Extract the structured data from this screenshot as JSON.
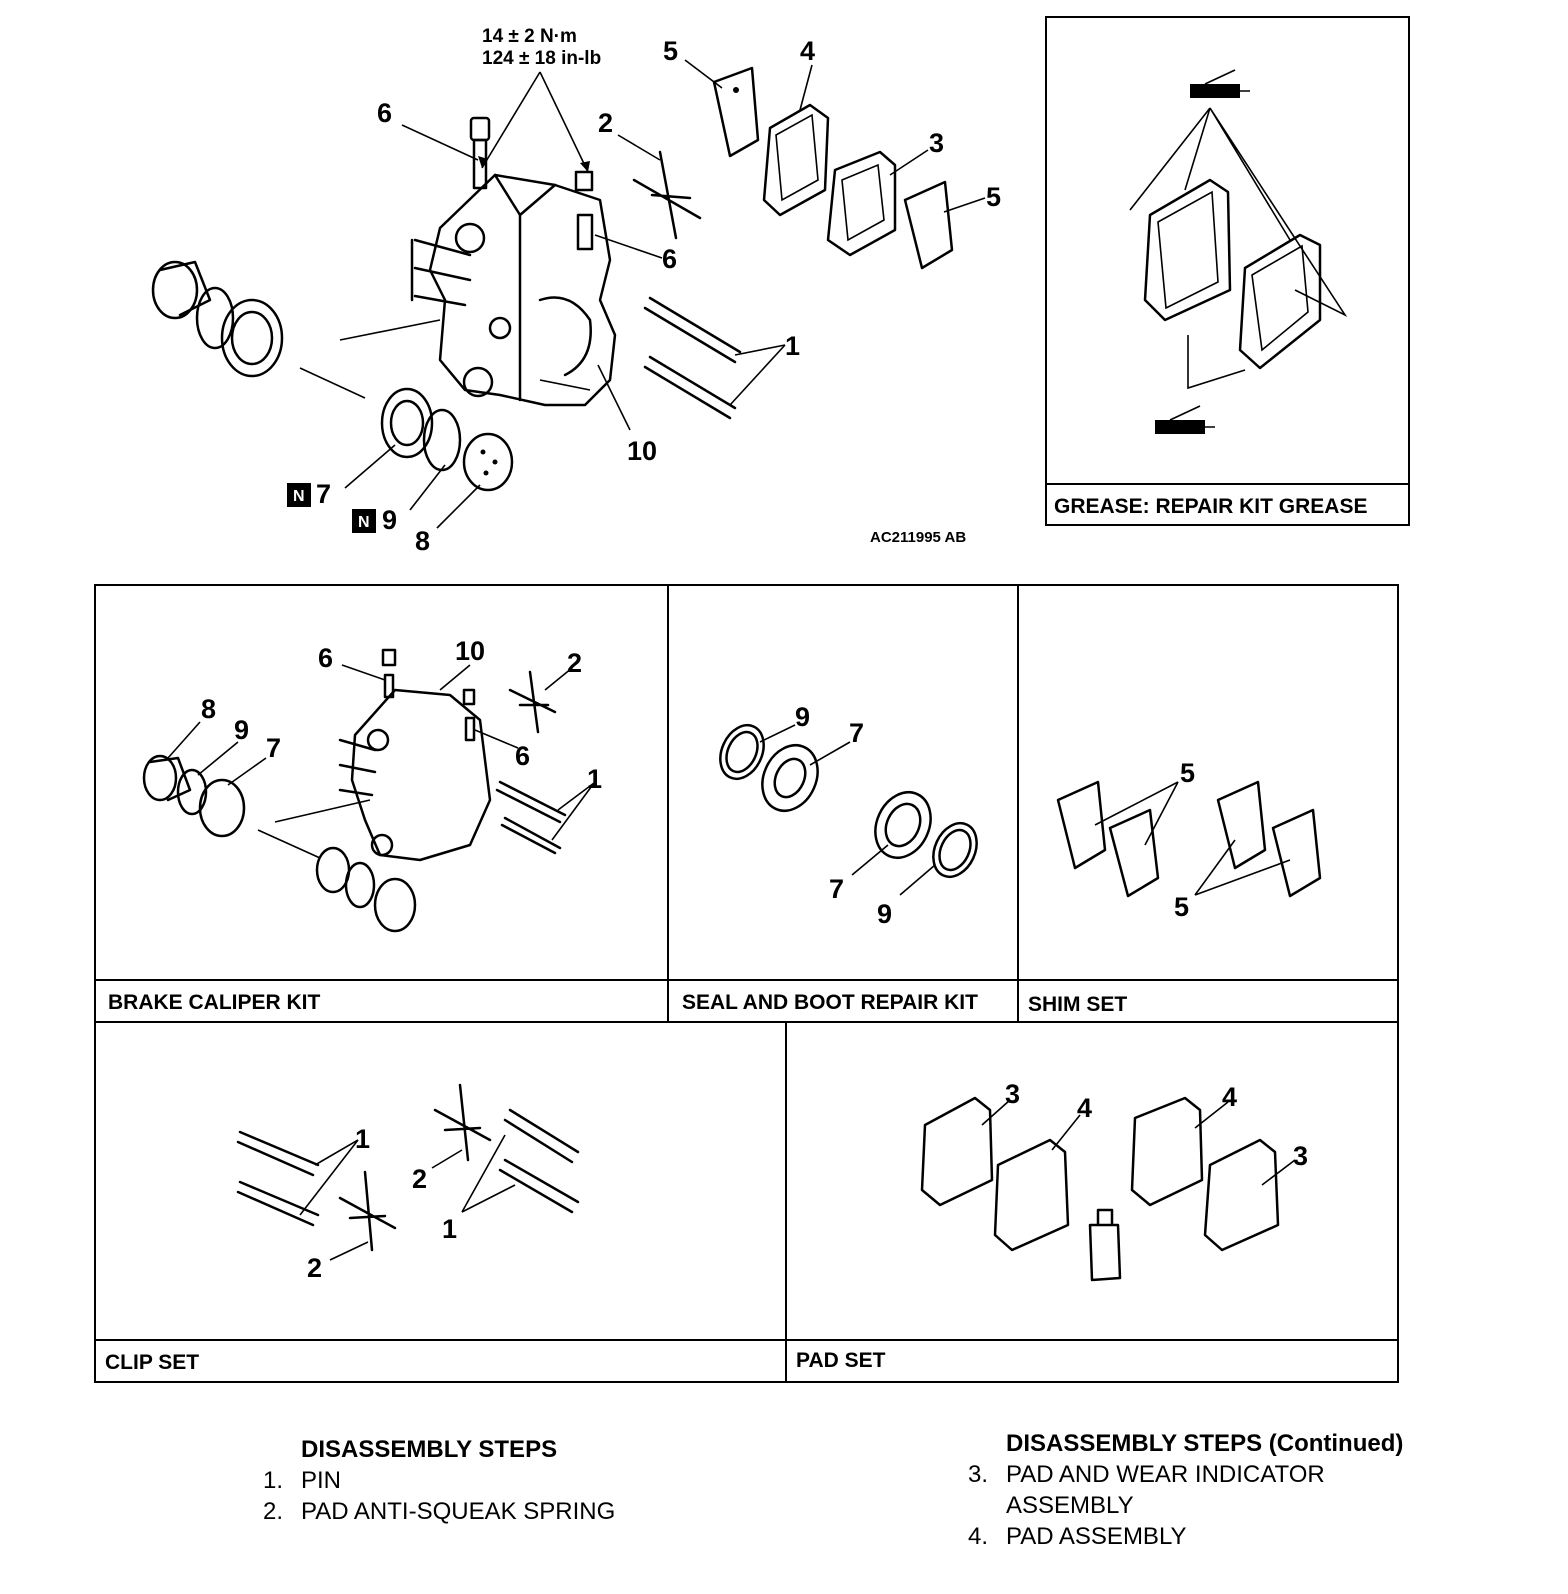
{
  "torque_spec": {
    "line1": "14 ± 2 N·m",
    "line2": "124 ± 18 in-lb"
  },
  "figure_id": "AC211995 AB",
  "new_part_badge": "N",
  "callouts": {
    "main": [
      "1",
      "2",
      "3",
      "4",
      "5",
      "5",
      "6",
      "6",
      "7",
      "8",
      "9",
      "10"
    ],
    "caliper_kit": [
      "1",
      "2",
      "6",
      "6",
      "7",
      "8",
      "9",
      "10"
    ],
    "seal_kit": [
      "7",
      "7",
      "9",
      "9"
    ],
    "shim_set": [
      "5",
      "5"
    ],
    "clip_set": [
      "1",
      "1",
      "2",
      "2"
    ],
    "pad_set": [
      "3",
      "3",
      "4",
      "4"
    ]
  },
  "boxes": {
    "grease": "GREASE: REPAIR KIT GREASE",
    "brake_caliper_kit": "BRAKE CALIPER KIT",
    "seal_boot_kit": "SEAL AND BOOT REPAIR KIT",
    "shim_set": "SHIM SET",
    "clip_set": "CLIP SET",
    "pad_set": "PAD SET"
  },
  "steps_left": {
    "heading": "DISASSEMBLY STEPS",
    "items": [
      {
        "num": "1.",
        "text": "PIN"
      },
      {
        "num": "2.",
        "text": "PAD ANTI-SQUEAK SPRING"
      }
    ]
  },
  "steps_right": {
    "heading": "DISASSEMBLY STEPS (Continued)",
    "items": [
      {
        "num": "3.",
        "text": "PAD AND WEAR INDICATOR\nASSEMBLY"
      },
      {
        "num": "4.",
        "text": "PAD ASSEMBLY"
      }
    ]
  }
}
